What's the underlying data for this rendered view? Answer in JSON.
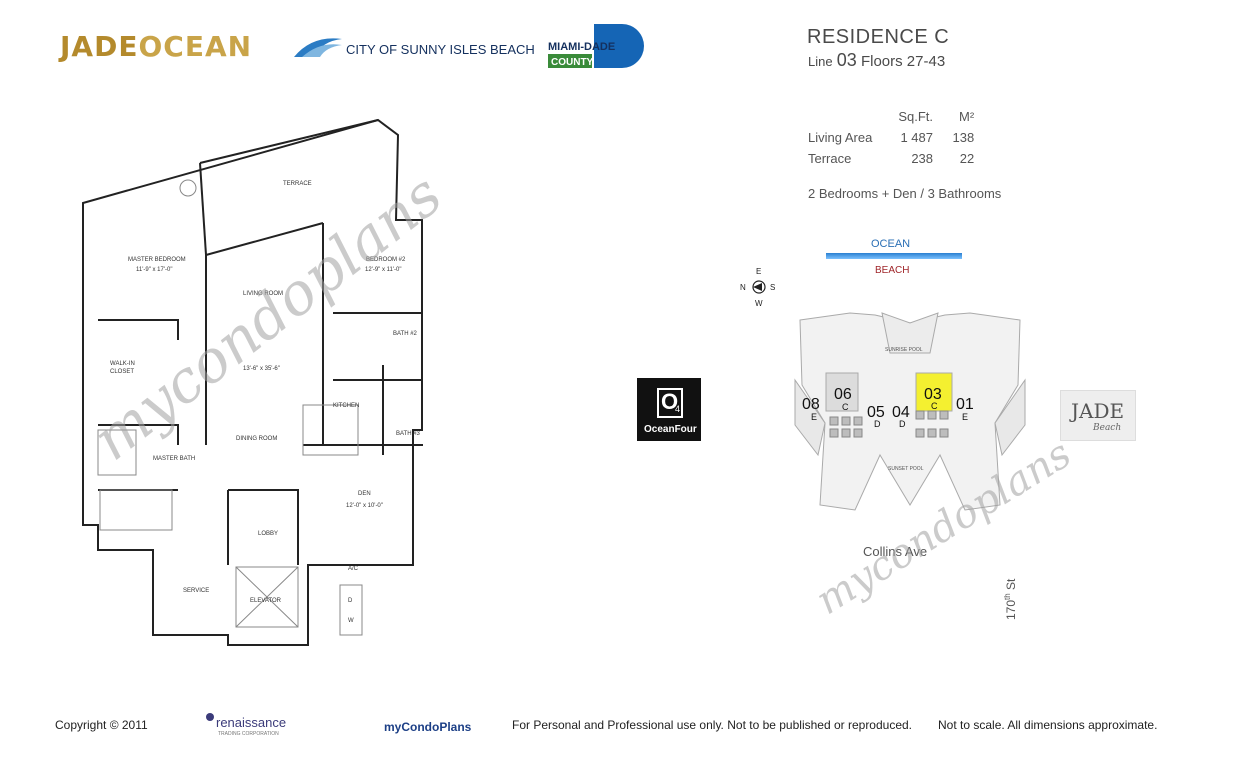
{
  "header": {
    "jade_logo_part1": "JADE",
    "jade_logo_part2": "OCEAN",
    "sunny_isles": "CITY OF SUNNY ISLES BEACH",
    "miami_dade_top": "MIAMI-DADE",
    "miami_dade_bottom": "COUNTY"
  },
  "residence": {
    "title": "RESIDENCE C",
    "line_label": "Line",
    "line_value": "03",
    "floors": "Floors 27-43"
  },
  "areas": {
    "col_sqft": "Sq.Ft.",
    "col_m2": "M²",
    "rows": [
      {
        "label": "Living Area",
        "sqft": "1 487",
        "m2": "138"
      },
      {
        "label": "Terrace",
        "sqft": "238",
        "m2": "22"
      }
    ],
    "rooms": "2 Bedrooms + Den / 3 Bathrooms"
  },
  "site": {
    "ocean": "OCEAN",
    "beach": "BEACH",
    "compass": {
      "e": "E",
      "n": "N",
      "s": "S",
      "w": "W"
    },
    "units": [
      {
        "num": "08",
        "letter": "E"
      },
      {
        "num": "06",
        "letter": "C"
      },
      {
        "num": "05",
        "letter": "D"
      },
      {
        "num": "04",
        "letter": "D"
      },
      {
        "num": "03",
        "letter": "C"
      },
      {
        "num": "01",
        "letter": "E"
      }
    ],
    "sunrise_pool": "SUNRISE POOL",
    "sunset_pool": "SUNSET POOL",
    "collins": "Collins Ave",
    "street_170": "170",
    "street_th": "th",
    "street_st": "St"
  },
  "logos": {
    "o4_mark": "O",
    "o4_sub": "4",
    "o4_text": "OceanFour",
    "jade_beach_main": "JADE",
    "jade_beach_sub": "Beach"
  },
  "plan": {
    "terrace": "TERRACE",
    "master_bedroom": "MASTER BEDROOM",
    "master_bedroom_dim": "11'-9\" x 17'-0\"",
    "bedroom2": "BEDROOM #2",
    "bedroom2_dim": "12'-9\" x 11'-0\"",
    "living_room": "LIVING ROOM",
    "living_dim": "13'-6\" x 35'-6\"",
    "walk_in": "WALK-IN",
    "closet": "CLOSET",
    "kitchen": "KITCHEN",
    "bath2": "BATH #2",
    "bath3": "BATH #3",
    "dining_room": "DINING ROOM",
    "master_bath": "MASTER BATH",
    "den": "DEN",
    "den_dim": "12'-0\" x 10'-0\"",
    "lobby": "LOBBY",
    "service": "SERVICE",
    "elevator": "ELEVATOR",
    "ac": "A/C",
    "d": "D",
    "w": "W"
  },
  "watermark": "mycondoplans",
  "footer": {
    "copyright": "Copyright © 2011",
    "renaissance": "renaissance",
    "renaissance_sub": "TRADING CORPORATION",
    "mycondo": "myCondoPlans",
    "usage": "For Personal and Professional use only.  Not to be published or reproduced.",
    "scale": "Not to scale.  All dimensions approximate."
  },
  "colors": {
    "jade_gold": "#b48a2c",
    "highlight_unit": "#f4f030",
    "ocean_blue": "#2a6fb5",
    "beach_red": "#a0262a"
  }
}
